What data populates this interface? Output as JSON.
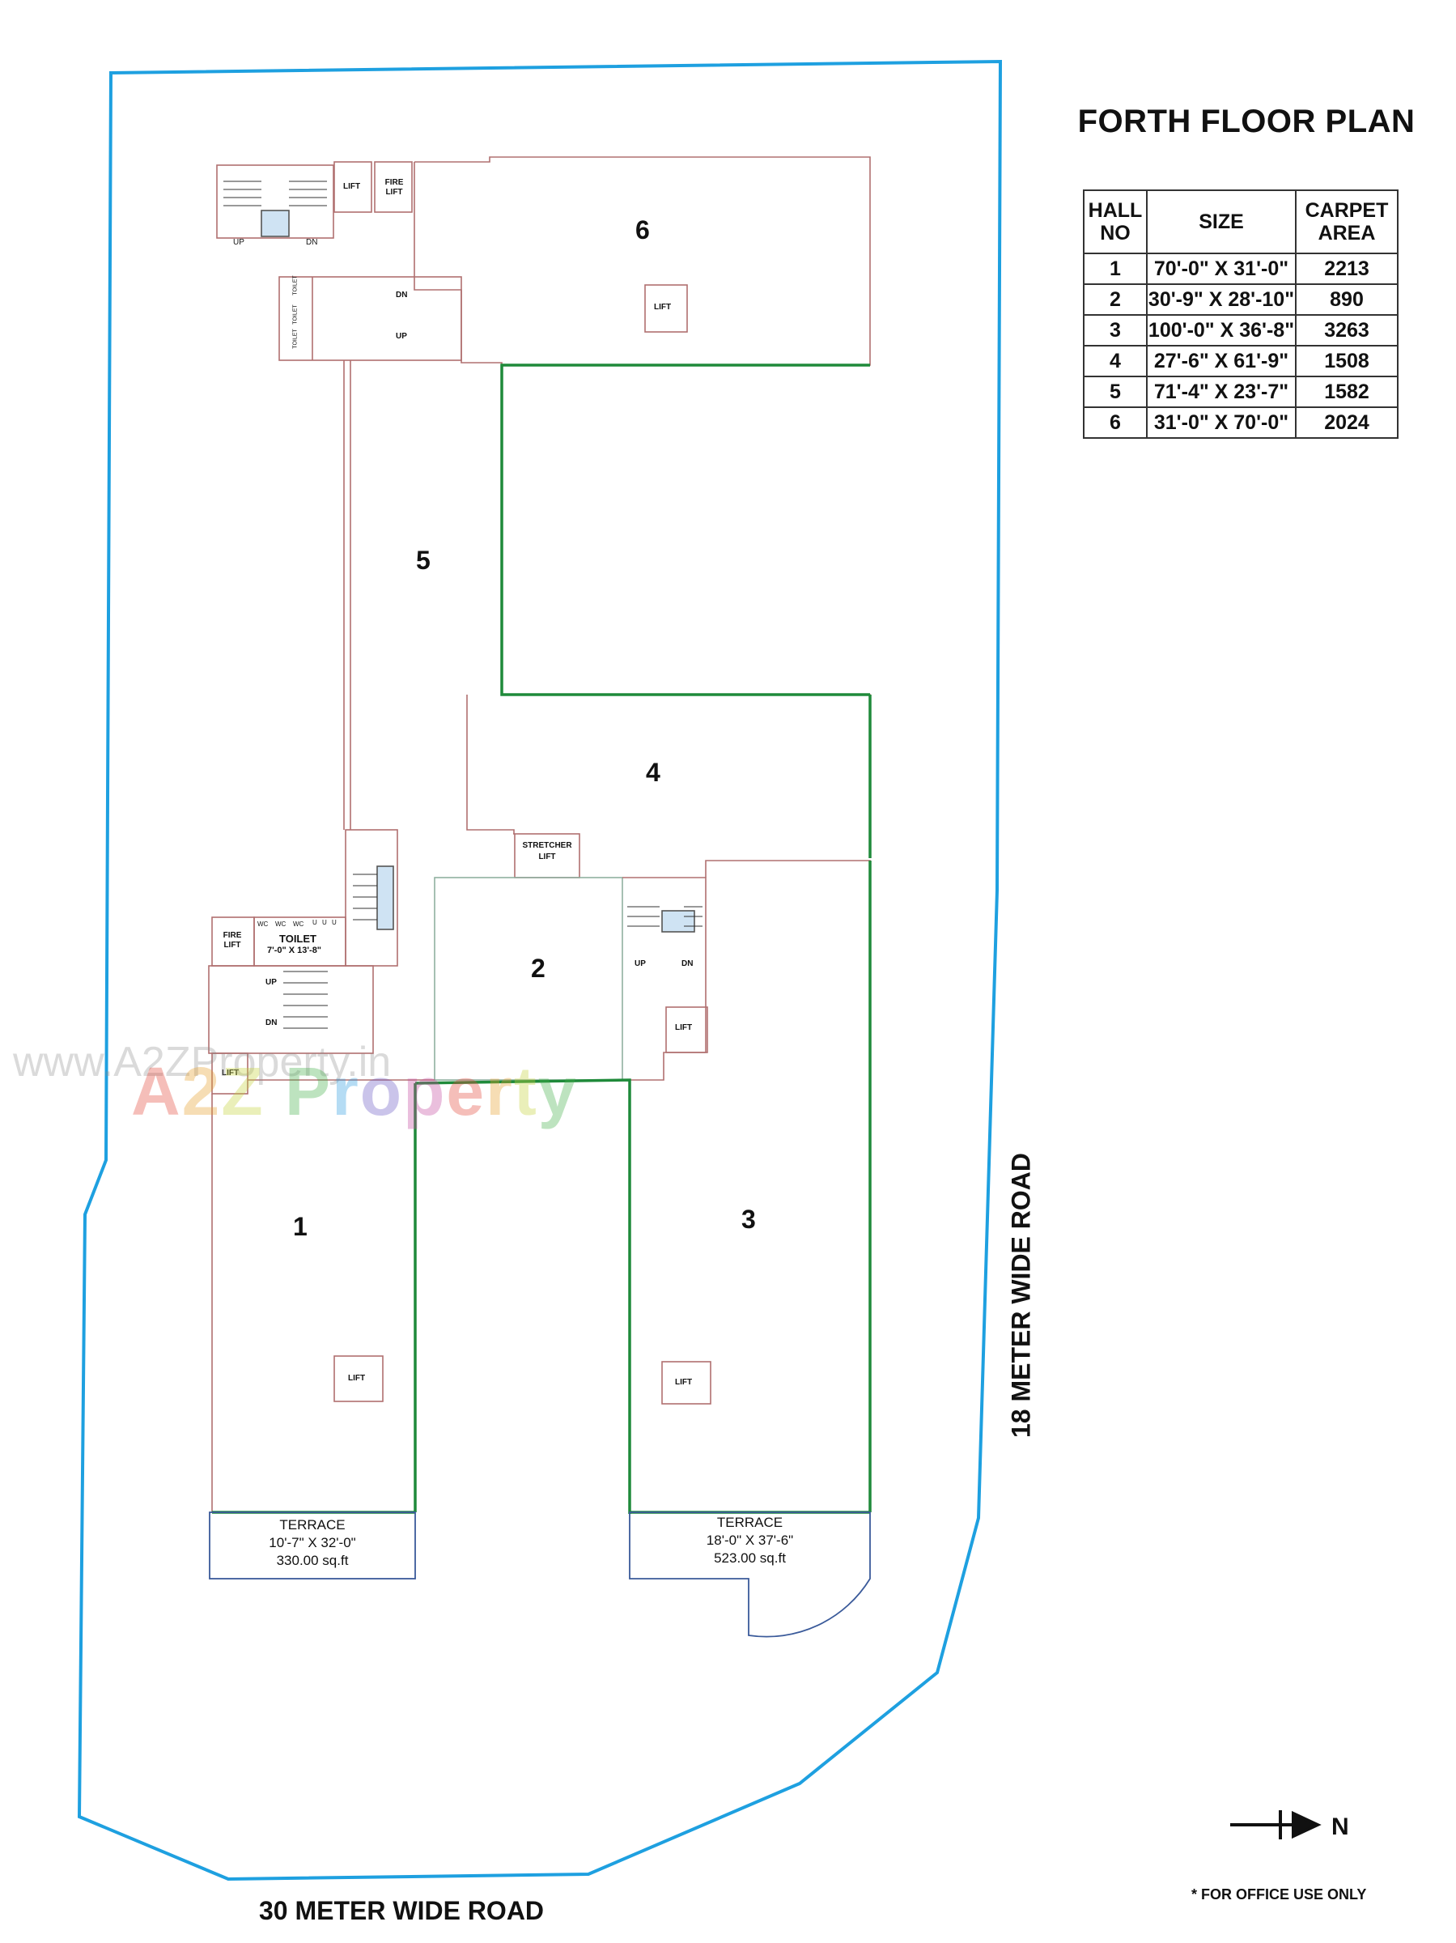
{
  "title": "FORTH FLOOR PLAN",
  "table": {
    "headers": [
      "HALL NO",
      "SIZE",
      "CARPET AREA"
    ],
    "rows": [
      [
        "1",
        "70'-0\" X 31'-0\"",
        "2213"
      ],
      [
        "2",
        "30'-9\" X 28'-10\"",
        "890"
      ],
      [
        "3",
        "100'-0\" X 36'-8\"",
        "3263"
      ],
      [
        "4",
        "27'-6\" X 61'-9\"",
        "1508"
      ],
      [
        "5",
        "71'-4\" X 23'-7\"",
        "1582"
      ],
      [
        "6",
        "31'-0\" X 70'-0\"",
        "2024"
      ]
    ]
  },
  "halls": [
    "1",
    "2",
    "3",
    "4",
    "5",
    "6"
  ],
  "labels": {
    "lift": "LIFT",
    "fire_lift": "FIRE LIFT",
    "stretcher_lift": "STRETCHER LIFT",
    "up": "UP",
    "dn": "DN",
    "toilet": "TOILET",
    "toilet_size": "7'-0\" X 13'-8\"",
    "wc": "WC",
    "u": "U"
  },
  "terrace_1": {
    "label": "TERRACE",
    "size": "10'-7\" X 32'-0\"",
    "area": "330.00 sq.ft"
  },
  "terrace_2": {
    "label": "TERRACE",
    "size": "18'-0\" X 37'-6\"",
    "area": "523.00 sq.ft"
  },
  "road_bottom": "30 METER WIDE ROAD",
  "road_right": "18 METER WIDE ROAD",
  "north_label": "N",
  "note": "* FOR OFFICE USE ONLY",
  "watermark": {
    "url": "www.A2ZProperty.in",
    "brand_letters": [
      "A",
      "2",
      "Z",
      " ",
      "P",
      "r",
      "o",
      "p",
      "e",
      "r",
      "t",
      "y"
    ]
  },
  "colors": {
    "plot_boundary": "#1ea0e0",
    "wall": "#b07070",
    "open_edge": "#1f8a3a",
    "terrace_edge": "#3a5a9a",
    "brand": [
      "#e4473a",
      "#e8a02a",
      "#c6d23a",
      "#44b04a",
      "#2e9ee0",
      "#6b58c6",
      "#c54a9f"
    ]
  }
}
